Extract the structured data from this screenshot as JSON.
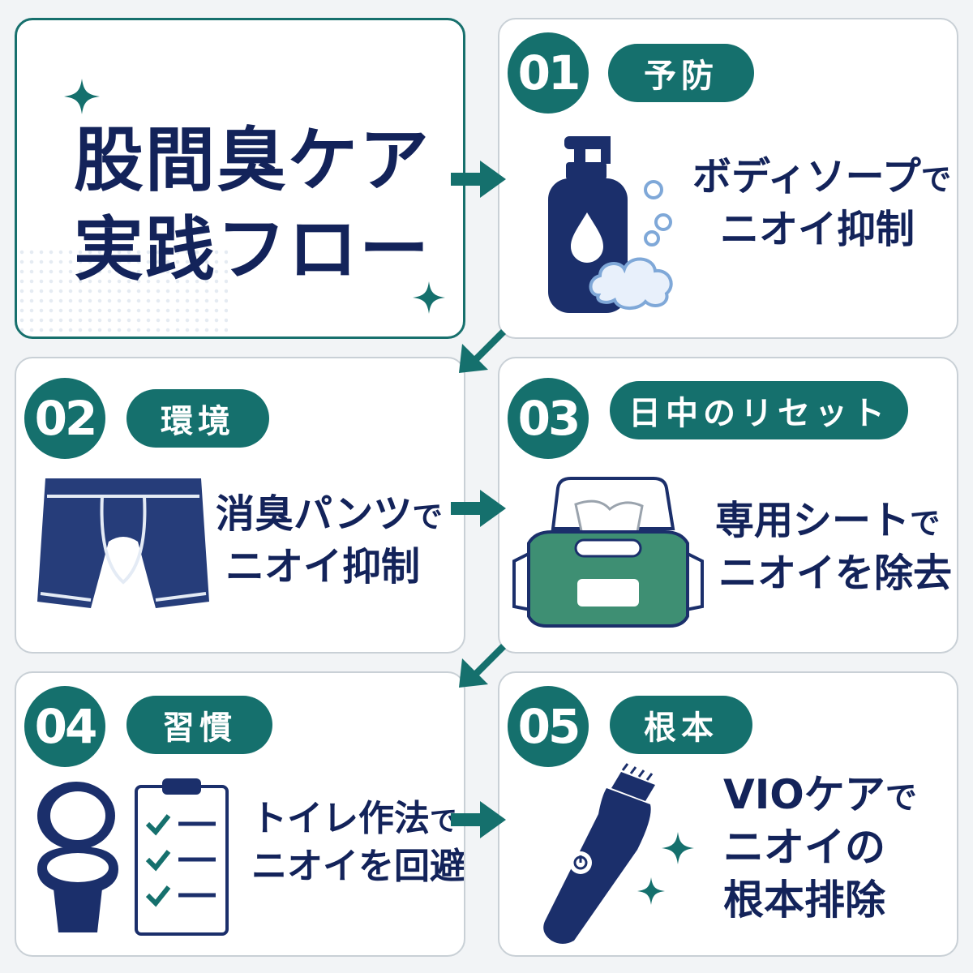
{
  "title": {
    "line1": "股間臭ケア",
    "line2": "実践フロー"
  },
  "colors": {
    "teal": "#15706d",
    "navy": "#13235a",
    "green": "#3e8f73"
  },
  "steps": [
    {
      "num": "01",
      "tag": "予防",
      "line1": "ボディソープ",
      "line1_suffix": "で",
      "line2": "ニオイ抑制",
      "icon": "soap-bottle-icon"
    },
    {
      "num": "02",
      "tag": "環境",
      "line1": "消臭パンツ",
      "line1_suffix": "で",
      "line2": "ニオイ抑制",
      "icon": "boxer-briefs-icon"
    },
    {
      "num": "03",
      "tag": "日中のリセット",
      "line1": "専用シート",
      "line1_suffix": "で",
      "line2": "ニオイを除去",
      "icon": "wet-wipes-icon"
    },
    {
      "num": "04",
      "tag": "習慣",
      "line1": "トイレ作法",
      "line1_suffix": "で",
      "line2": "ニオイを回避",
      "icon": "toilet-checklist-icon"
    },
    {
      "num": "05",
      "tag": "根本",
      "line1": "VIOケア",
      "line1_suffix": "で",
      "line2": "ニオイの",
      "line3": "根本排除",
      "icon": "trimmer-icon"
    }
  ]
}
